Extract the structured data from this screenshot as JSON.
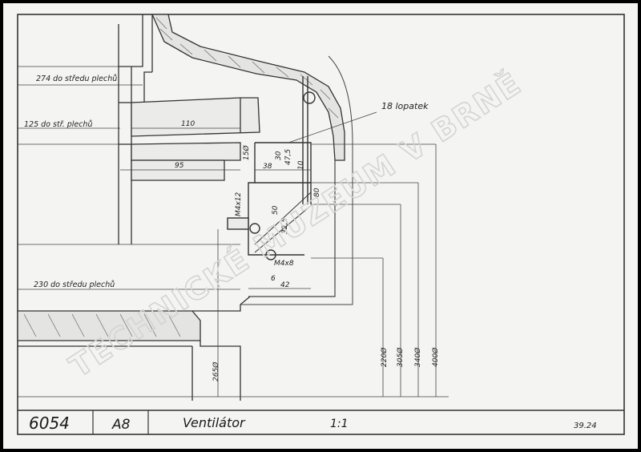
{
  "title_block": {
    "number": "6054",
    "format": "A8",
    "name": "Ventilátor",
    "scale": "1:1",
    "ref": "39.24"
  },
  "labels": {
    "dist_274": "274 do středu plechů",
    "dist_125": "125 do stř. plechů",
    "dist_230": "230 do středu plechů",
    "blades": "18 lopatek"
  },
  "dimensions": {
    "d110": "110",
    "d95": "95",
    "d15": "15Ø",
    "d38": "38",
    "d30": "30",
    "d475": "47,5",
    "d10": "10",
    "d80": "80",
    "d50": "50",
    "d325": "32,5",
    "dM": "M4x12",
    "dM2": "M4x8",
    "d6": "6",
    "d42": "42",
    "d220": "220Ø",
    "d305": "305Ø",
    "d340": "340Ø",
    "d400": "400Ø",
    "d265": "265Ø"
  },
  "watermark": "TECHNICKÉ MUZEUM V BRNĚ"
}
